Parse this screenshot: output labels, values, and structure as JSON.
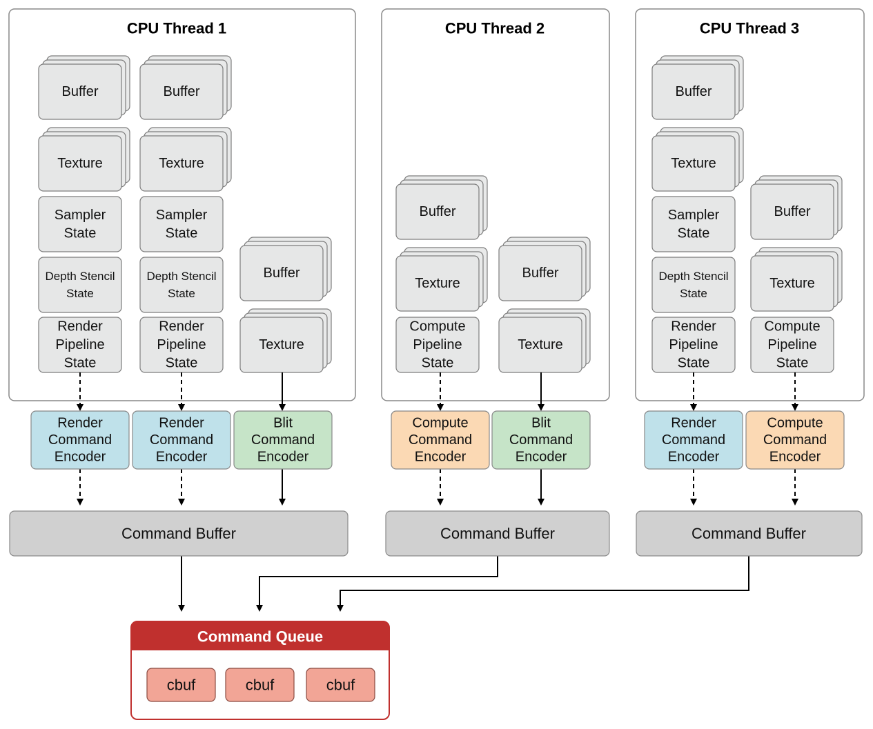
{
  "threads": [
    {
      "title": "CPU Thread 1",
      "columns": [
        {
          "resources": [
            {
              "lines": [
                "Buffer"
              ],
              "stacked": true
            },
            {
              "lines": [
                "Texture"
              ],
              "stacked": true
            },
            {
              "lines": [
                "Sampler",
                "State"
              ],
              "stacked": false
            },
            {
              "lines": [
                "Depth Stencil",
                "State"
              ],
              "stacked": false,
              "small": true
            },
            {
              "lines": [
                "Render",
                "Pipeline",
                "State"
              ],
              "stacked": false
            }
          ],
          "encoder": {
            "kind": "render",
            "lines": [
              "Render",
              "Command",
              "Encoder"
            ]
          },
          "arrow_style": "dashed"
        },
        {
          "resources": [
            {
              "lines": [
                "Buffer"
              ],
              "stacked": true
            },
            {
              "lines": [
                "Texture"
              ],
              "stacked": true
            },
            {
              "lines": [
                "Sampler",
                "State"
              ],
              "stacked": false
            },
            {
              "lines": [
                "Depth Stencil",
                "State"
              ],
              "stacked": false,
              "small": true
            },
            {
              "lines": [
                "Render",
                "Pipeline",
                "State"
              ],
              "stacked": false
            }
          ],
          "encoder": {
            "kind": "render",
            "lines": [
              "Render",
              "Command",
              "Encoder"
            ]
          },
          "arrow_style": "dashed"
        },
        {
          "resources": [
            {
              "lines": [
                "Buffer"
              ],
              "stacked": true
            },
            {
              "lines": [
                "Texture"
              ],
              "stacked": true
            }
          ],
          "encoder": {
            "kind": "blit",
            "lines": [
              "Blit",
              "Command",
              "Encoder"
            ]
          },
          "arrow_style": "solid"
        }
      ],
      "command_buffer": "Command Buffer"
    },
    {
      "title": "CPU Thread 2",
      "columns": [
        {
          "resources": [
            {
              "lines": [
                "Buffer"
              ],
              "stacked": true
            },
            {
              "lines": [
                "Texture"
              ],
              "stacked": true
            },
            {
              "lines": [
                "Compute",
                "Pipeline",
                "State"
              ],
              "stacked": false
            }
          ],
          "encoder": {
            "kind": "compute",
            "lines": [
              "Compute",
              "Command",
              "Encoder"
            ]
          },
          "arrow_style": "dashed"
        },
        {
          "resources": [
            {
              "lines": [
                "Buffer"
              ],
              "stacked": true
            },
            {
              "lines": [
                "Texture"
              ],
              "stacked": true
            }
          ],
          "encoder": {
            "kind": "blit",
            "lines": [
              "Blit",
              "Command",
              "Encoder"
            ]
          },
          "arrow_style": "solid"
        }
      ],
      "command_buffer": "Command Buffer"
    },
    {
      "title": "CPU Thread 3",
      "columns": [
        {
          "resources": [
            {
              "lines": [
                "Buffer"
              ],
              "stacked": true
            },
            {
              "lines": [
                "Texture"
              ],
              "stacked": true
            },
            {
              "lines": [
                "Sampler",
                "State"
              ],
              "stacked": false
            },
            {
              "lines": [
                "Depth Stencil",
                "State"
              ],
              "stacked": false,
              "small": true
            },
            {
              "lines": [
                "Render",
                "Pipeline",
                "State"
              ],
              "stacked": false
            }
          ],
          "encoder": {
            "kind": "render",
            "lines": [
              "Render",
              "Command",
              "Encoder"
            ]
          },
          "arrow_style": "dashed"
        },
        {
          "resources": [
            {
              "lines": [
                "Buffer"
              ],
              "stacked": true
            },
            {
              "lines": [
                "Texture"
              ],
              "stacked": true
            },
            {
              "lines": [
                "Compute",
                "Pipeline",
                "State"
              ],
              "stacked": false
            }
          ],
          "encoder": {
            "kind": "compute",
            "lines": [
              "Compute",
              "Command",
              "Encoder"
            ]
          },
          "arrow_style": "dashed"
        }
      ],
      "command_buffer": "Command Buffer"
    }
  ],
  "command_queue": {
    "title": "Command Queue",
    "slots": [
      "cbuf",
      "cbuf",
      "cbuf"
    ]
  },
  "colors": {
    "render_encoder": "#bfe1ea",
    "blit_encoder": "#c6e4c8",
    "compute_encoder": "#fbd9b4",
    "command_buffer": "#d0d0d0",
    "queue_accent": "#c0302e",
    "cbuf_fill": "#f2a596",
    "resource_fill": "#e6e7e7"
  }
}
